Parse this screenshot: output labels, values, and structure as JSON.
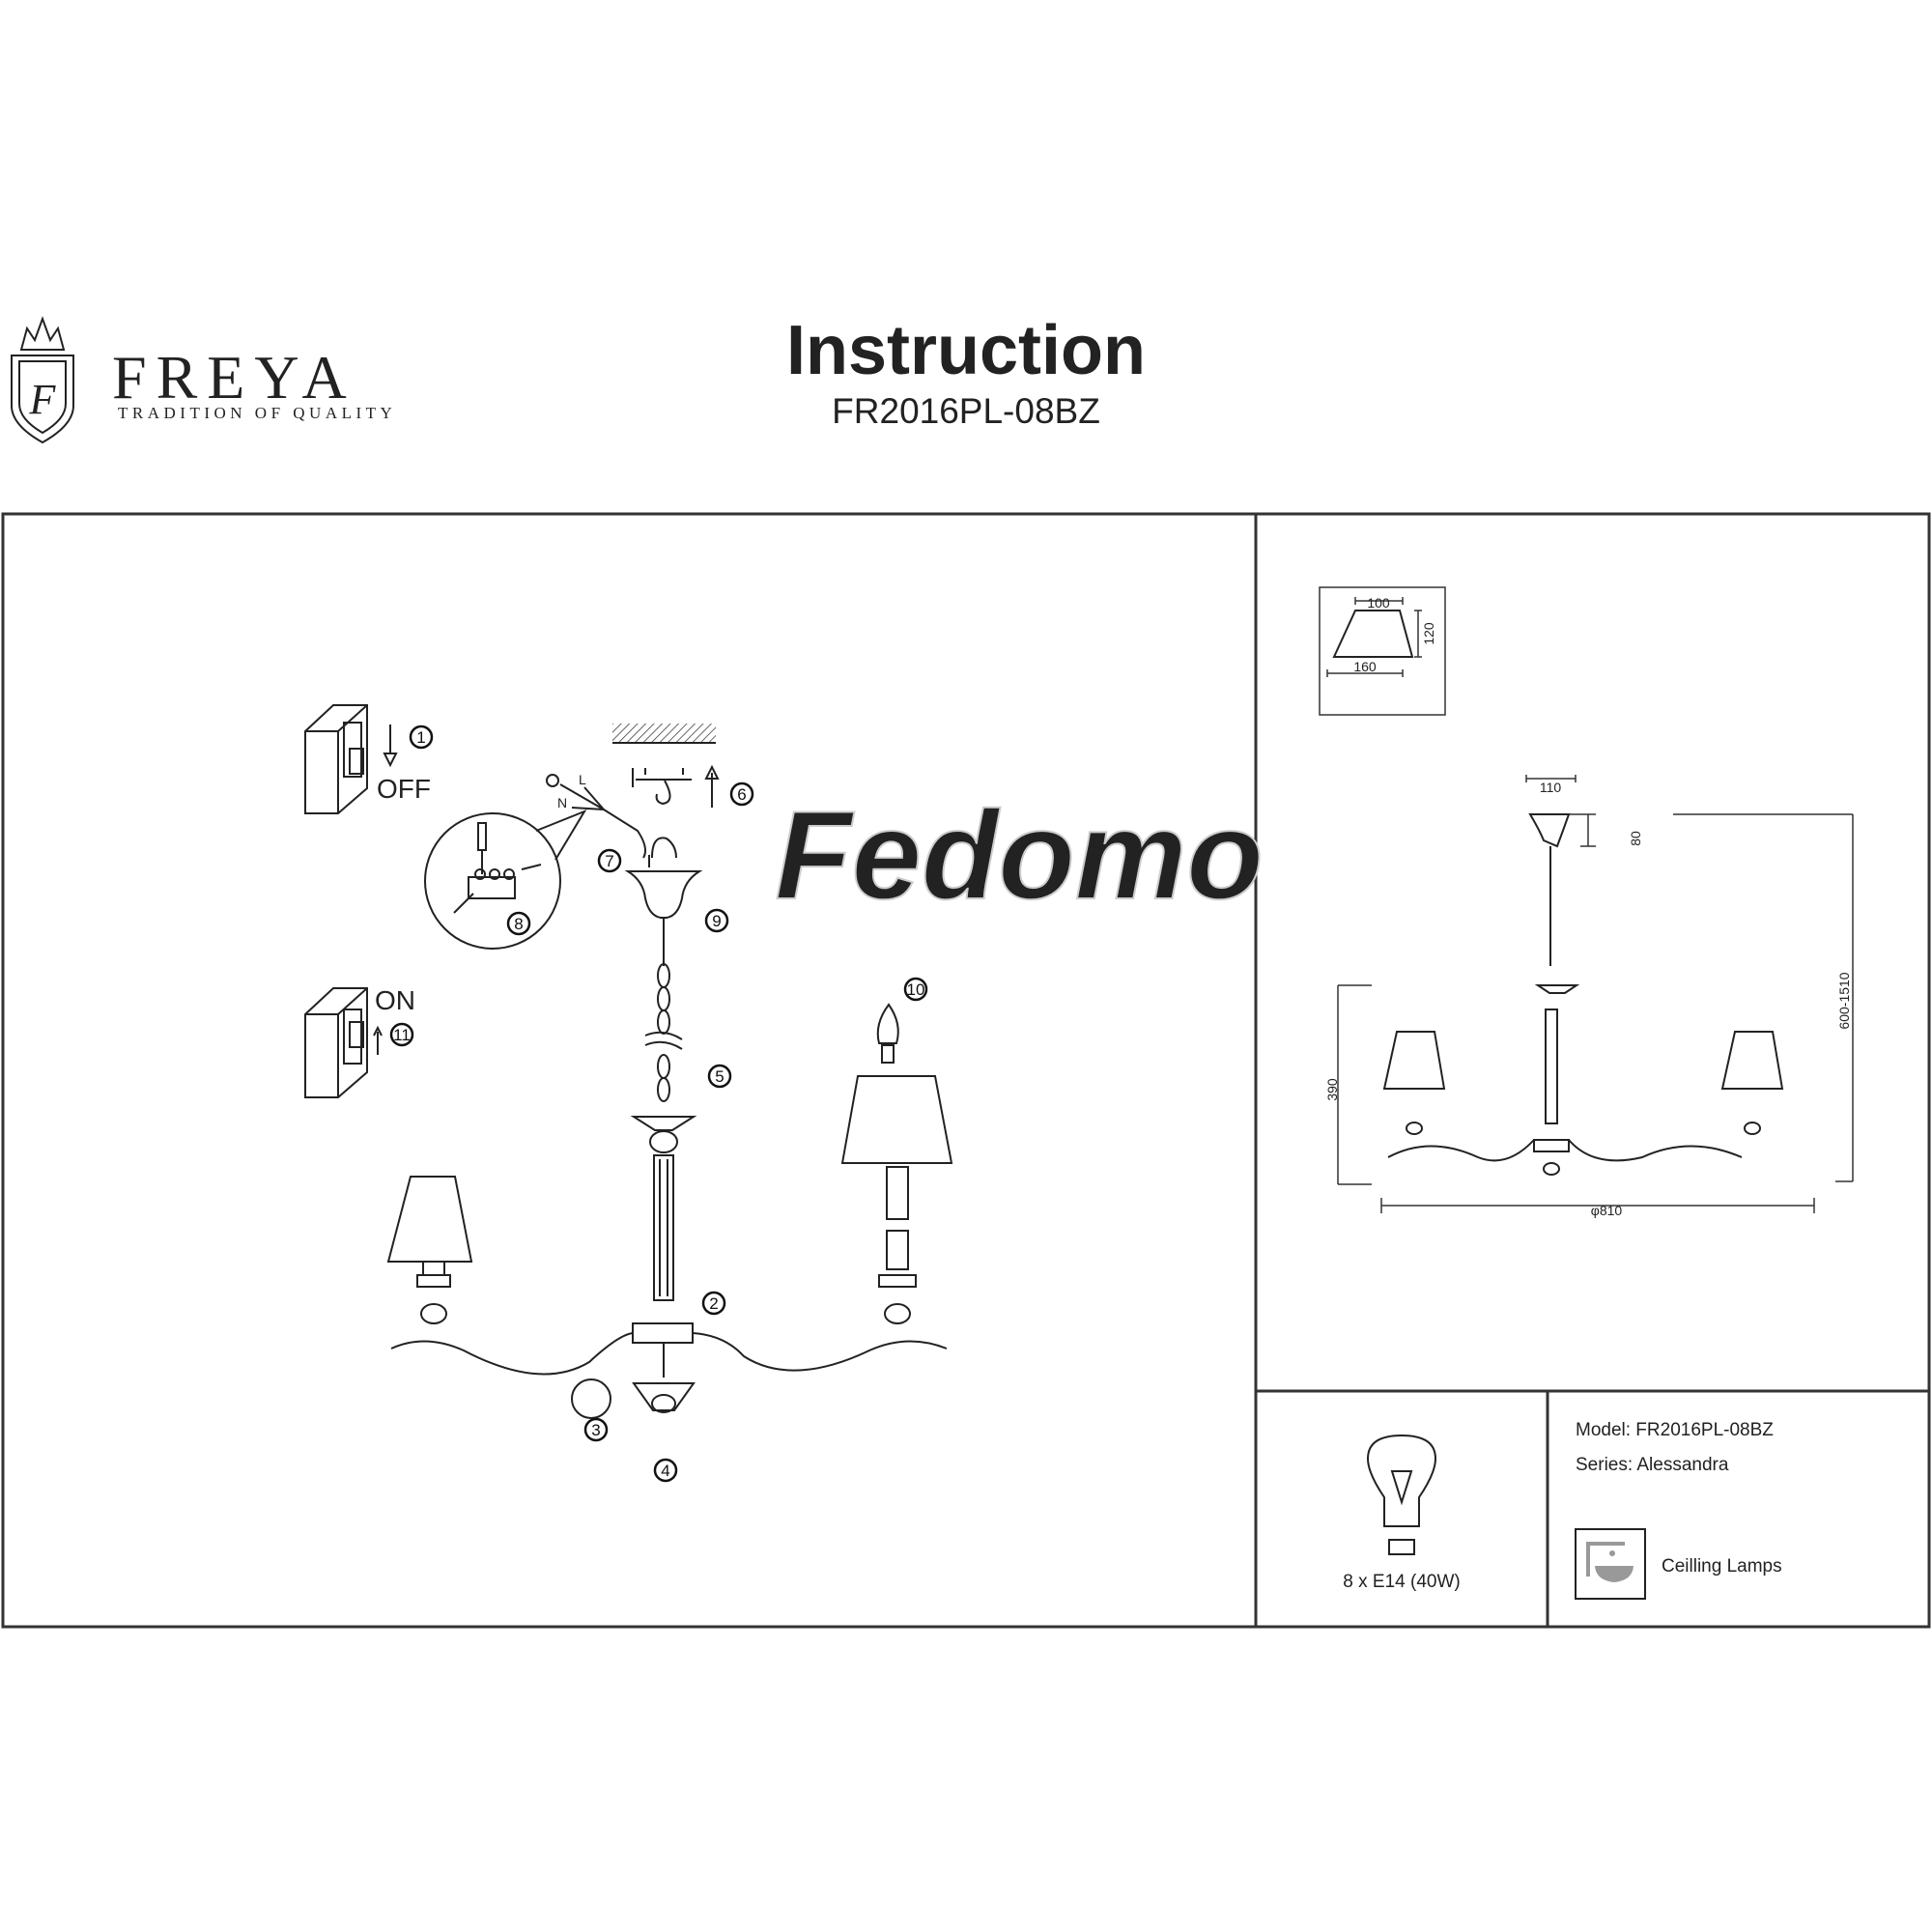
{
  "header": {
    "brand": "FREYA",
    "tagline": "TRADITION OF QUALITY",
    "logo_letter": "F",
    "title": "Instruction",
    "model_code": "FR2016PL-08BZ"
  },
  "assembly": {
    "switch_off_label": "OFF",
    "switch_on_label": "ON",
    "wire_labels": {
      "live": "L",
      "neutral": "N"
    },
    "steps": [
      "1",
      "2",
      "3",
      "4",
      "5",
      "6",
      "7",
      "8",
      "9",
      "10",
      "11"
    ],
    "watermark": "Fedomo"
  },
  "dimensions": {
    "shade": {
      "top": "100",
      "height": "120",
      "bottom": "160"
    },
    "canopy_width": "110",
    "canopy_height": "80",
    "total_height": "600-1510",
    "body_height": "390",
    "diameter": "φ810"
  },
  "specs": {
    "bulb": "8 x E14 (40W)",
    "model": "Model: FR2016PL-08BZ",
    "series": "Series: Alessandra",
    "category": "Ceilling Lamps"
  }
}
